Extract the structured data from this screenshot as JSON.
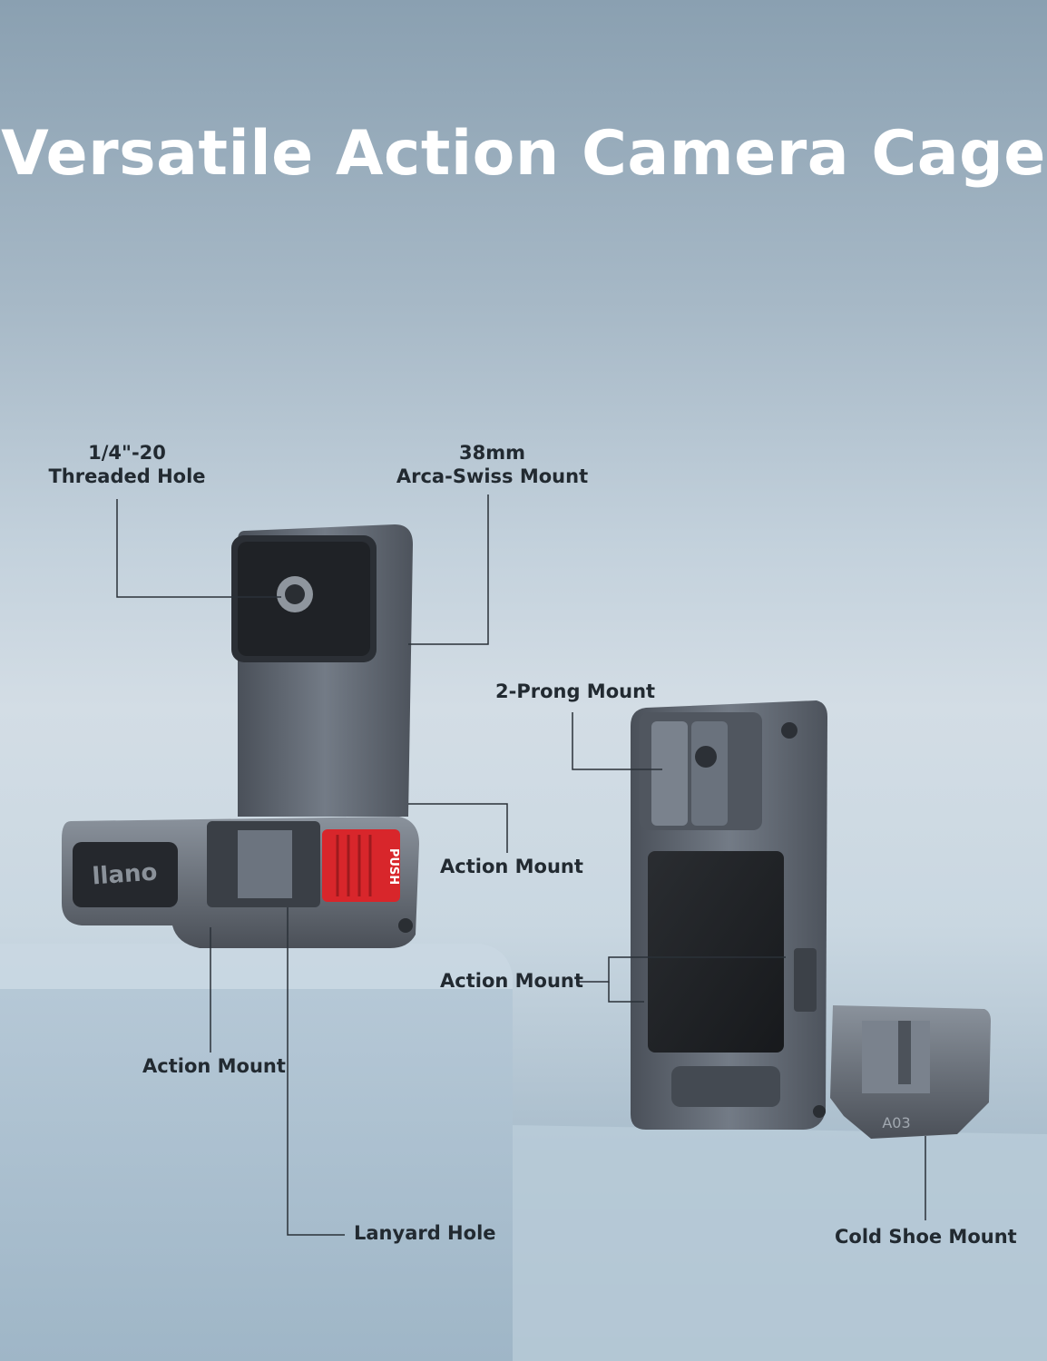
{
  "title": "Versatile Action Camera Cage",
  "callouts": {
    "threaded_hole": {
      "line1": "1/4\"-20",
      "line2": "Threaded Hole"
    },
    "arca_mount": {
      "line1": "38mm",
      "line2": "Arca-Swiss Mount"
    },
    "two_prong_mount": "2-Prong Mount",
    "action_mount_right_top": "Action Mount",
    "action_mount_right_mid": "Action Mount",
    "action_mount_left": "Action Mount",
    "lanyard_hole": "Lanyard Hole",
    "cold_shoe_mount": "Cold Shoe Mount"
  },
  "product": {
    "brand_logo": "llano",
    "push_button": "PUSH",
    "model_mark": "A03"
  },
  "colors": {
    "title_text": "#ffffff",
    "label_text": "#222a31",
    "metal": "#5d6570",
    "push_button": "#d8262b"
  }
}
